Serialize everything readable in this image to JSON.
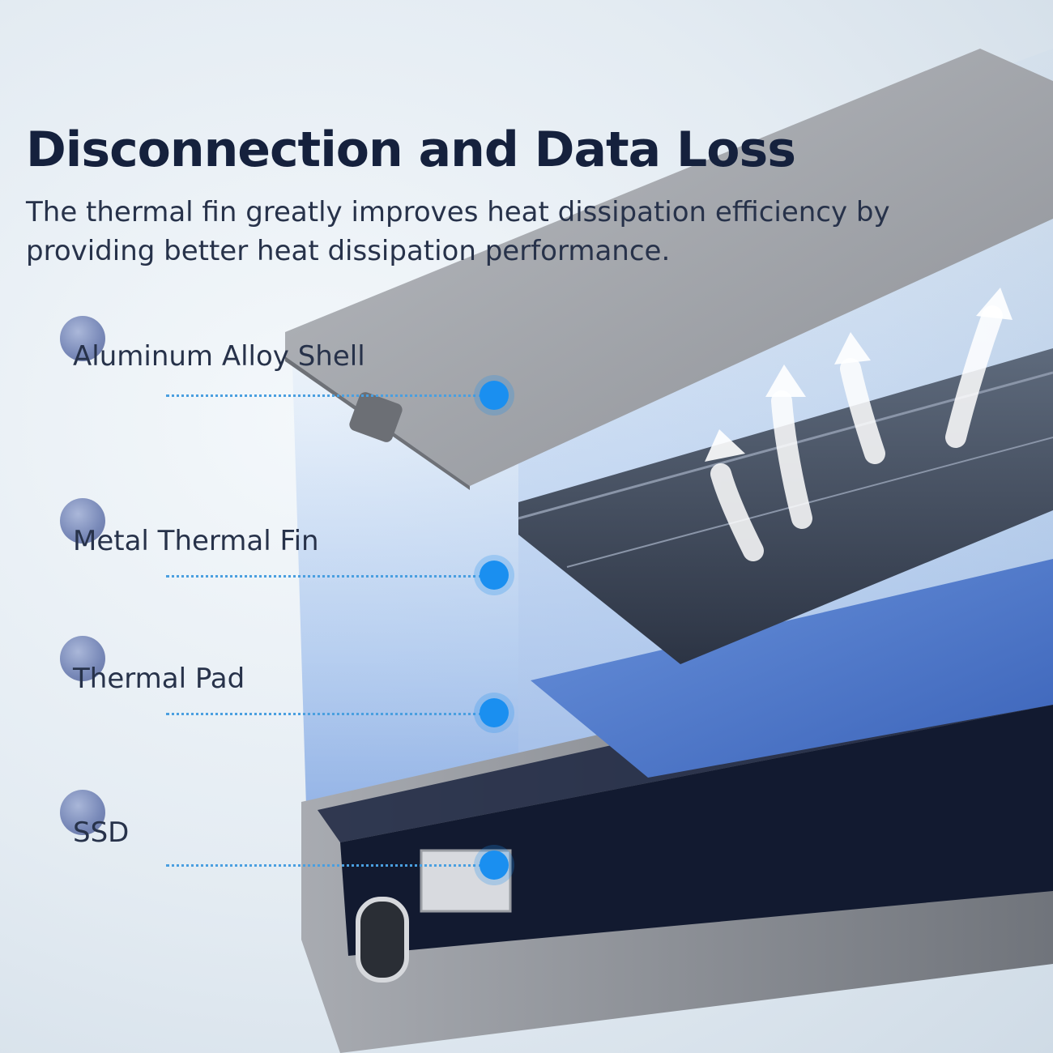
{
  "headline": "Disconnection and Data Loss",
  "description": "The thermal fin greatly improves heat dissipation efficiency by providing better heat dissipation performance.",
  "components": [
    {
      "label": "Aluminum Alloy Shell"
    },
    {
      "label": "Metal Thermal Fin"
    },
    {
      "label": "Thermal Pad"
    },
    {
      "label": "SSD"
    }
  ],
  "icons": [
    "arrow-up-icon",
    "usb-c-port-icon"
  ],
  "colors": {
    "accent": "#1a8ff0",
    "title": "#15213d",
    "pad": "#4a77c9",
    "shell": "#9a9da3"
  }
}
